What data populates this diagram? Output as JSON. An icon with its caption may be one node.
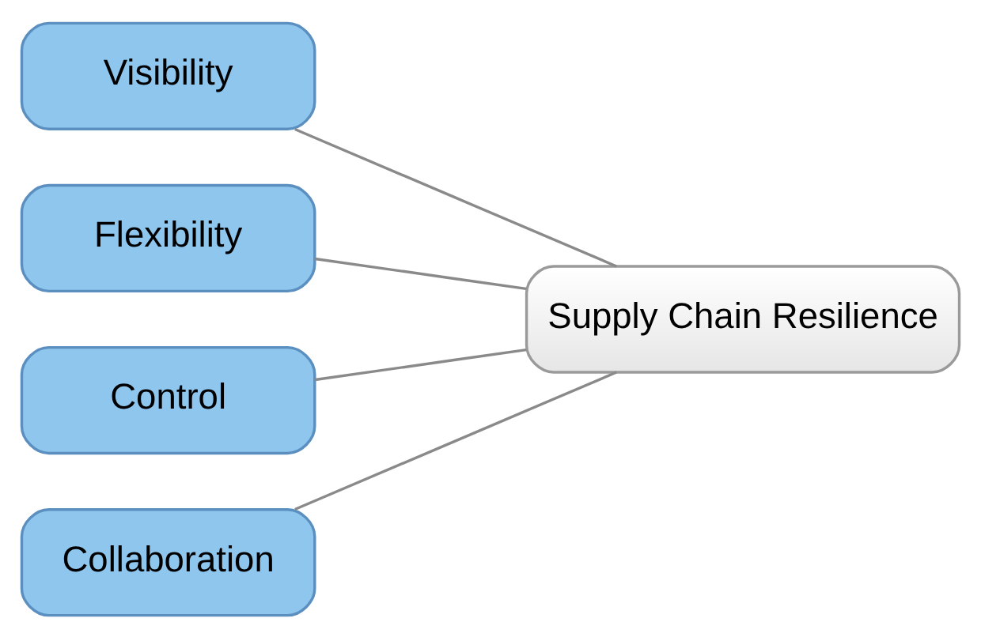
{
  "diagram": {
    "nodes": [
      {
        "text": [
          "Visibility"
        ]
      },
      {
        "text": [
          "Flexibility"
        ]
      },
      {
        "text": [
          "Control"
        ]
      },
      {
        "text": [
          "Collaboration"
        ]
      },
      {
        "text": [
          "Supply Chain Resilience"
        ]
      }
    ],
    "edges": [
      {
        "from": 0,
        "to": 4,
        "arrow": "none"
      },
      {
        "from": 1,
        "to": 4,
        "arrow": "none"
      },
      {
        "from": 2,
        "to": 4,
        "arrow": "none"
      },
      {
        "from": 3,
        "to": 4,
        "arrow": "none"
      }
    ]
  }
}
